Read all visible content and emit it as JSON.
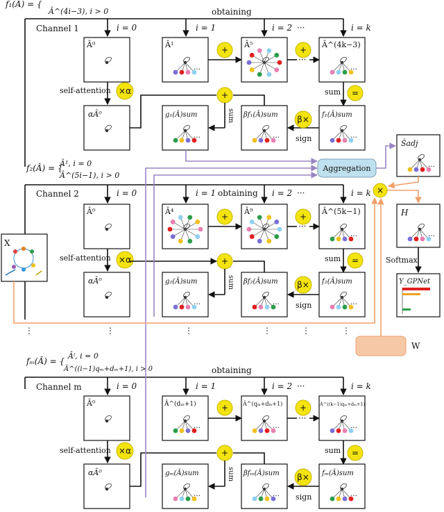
{
  "header": {
    "f1_def": "f₁(Â) = {",
    "f1_case": "Â^(4i−3), i > 0",
    "f2_def": "f₂(Â) = {",
    "f2_case1": "Â¹,   i = 0",
    "f2_case2": "Â^(5i−1), i > 0",
    "fm_def": "fₘ(Â) = {",
    "fm_case1": "Âⁱ,   i = 0",
    "fm_case2": "Â^((i−1)qₘ+dₘ+1), i > 0"
  },
  "channels": [
    {
      "name": "Channel 1",
      "obtaining": "obtaining",
      "i_labels": [
        "i = 0",
        "i = 1",
        "i = 2",
        "i = k"
      ],
      "dots": "···",
      "top_boxes": [
        "Â⁰",
        "Â¹",
        "Â⁵",
        "Â^(4k−3)"
      ],
      "self_attention": "self-attention",
      "times_alpha": "×α",
      "times_beta": "β×",
      "plus": "+",
      "equals": "=",
      "sum": "sum",
      "sign": "sign",
      "bottom_boxes": [
        "αÂ⁰",
        "g₁(Â)sum",
        "βf₁(Â)sum",
        "f₁(Â)sum"
      ]
    },
    {
      "name": "Channel 2",
      "obtaining": "obtaining",
      "i_labels": [
        "i = 0",
        "i = 1",
        "i = 2",
        "i = k"
      ],
      "dots": "···",
      "top_boxes": [
        "Â⁰",
        "Â⁴",
        "Â⁹",
        "Â^(5k−1)"
      ],
      "self_attention": "self-attention",
      "times_alpha": "×α",
      "times_beta": "β×",
      "plus": "+",
      "equals": "=",
      "sum": "sum",
      "sign": "sign",
      "bottom_boxes": [
        "αÂ⁰",
        "g₂(Â)sum",
        "βf₂(Â)sum",
        "f₂(Â)sum"
      ]
    },
    {
      "name": "Channel m",
      "obtaining": "obtaining",
      "i_labels": [
        "i = 0",
        "i = 1",
        "i = 2",
        "i = k"
      ],
      "dots": "···",
      "top_boxes": [
        "Â⁰",
        "Â^(dₘ+1)",
        "Â^(qₘ+dₘ+1)",
        "Â^((k−1)qₘ+dₘ+1)"
      ],
      "self_attention": "self-attention",
      "times_alpha": "×α",
      "times_beta": "β×",
      "plus": "+",
      "equals": "=",
      "sum": "sum",
      "sign": "sign",
      "bottom_boxes": [
        "αÂ⁰",
        "gₘ(Â)sum",
        "βfₘ(Â)sum",
        "fₘ(Â)sum"
      ]
    }
  ],
  "input_label": "X",
  "aggregation": "Aggregation",
  "s_adj": "Ŝadj",
  "times": "×",
  "h_label": "H",
  "softmax": "Softmax",
  "y_label": "Y_GPNet",
  "w_label": "W",
  "vdots": "⋮",
  "colors": {
    "op_yellow": "#f3e30f",
    "aggregation_fill": "#bfe0ee",
    "w_fill": "#f6c8a6",
    "purple_edge": "#9a86c4",
    "orange_edge": "#f0a06a",
    "blue_edge": "#4f7fd6"
  }
}
